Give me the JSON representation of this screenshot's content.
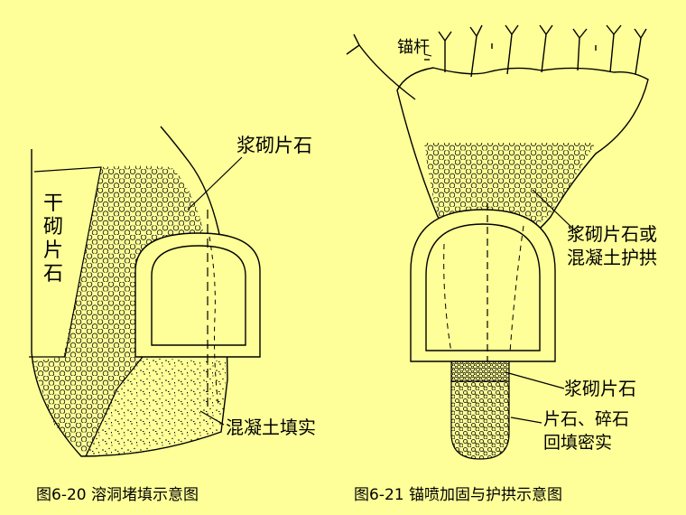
{
  "colors": {
    "background": "#ffff99",
    "ink": "#000000"
  },
  "figures": [
    {
      "caption": "图6-20 溶洞堵填示意图",
      "labels": {
        "mortar_rubble": "浆砌片石",
        "dry_rubble": [
          "干",
          "砌",
          "片",
          "石"
        ],
        "concrete_fill": "混凝土填实"
      }
    },
    {
      "caption": "图6-21 锚喷加固与护拱示意图",
      "labels": {
        "anchor_rod": "锚杆",
        "mortar_or_concrete_arch": [
          "浆砌片石或",
          "混凝土护拱"
        ],
        "mortar_rubble": "浆砌片石",
        "rubble_backfill": [
          "片石、碎石",
          "回填密实"
        ]
      }
    }
  ]
}
